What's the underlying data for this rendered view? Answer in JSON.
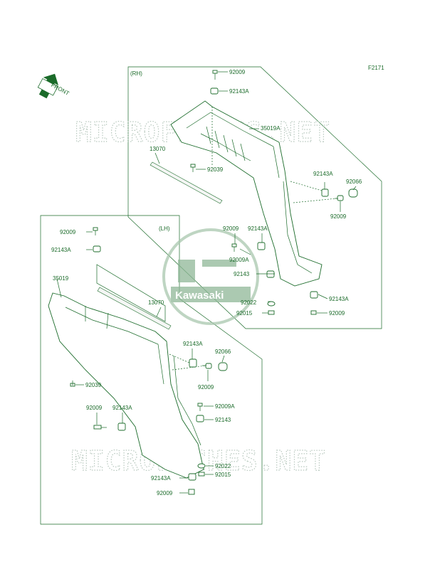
{
  "diagram": {
    "code": "F2171",
    "front_label": "FRONT",
    "rh_label": "(RH)",
    "lh_label": "(LH)",
    "watermark_text": "MICROFICHES.NET",
    "logo_text": "Kawasaki",
    "colors": {
      "line": "#1b6b2a",
      "watermark": "#b9c9bf"
    }
  },
  "callouts": {
    "rh": [
      "92009",
      "92143A",
      "35019A",
      "13070",
      "92039",
      "92143A",
      "92066",
      "92009",
      "92009",
      "92143A",
      "92009A",
      "92143",
      "92022",
      "92015",
      "92143A",
      "92009"
    ],
    "lh": [
      "92009",
      "92143A",
      "35019",
      "13070",
      "92143A",
      "92066",
      "92009",
      "92039",
      "92009",
      "92143A",
      "92009A",
      "92143",
      "92022",
      "92015",
      "92143A",
      "92009"
    ]
  }
}
